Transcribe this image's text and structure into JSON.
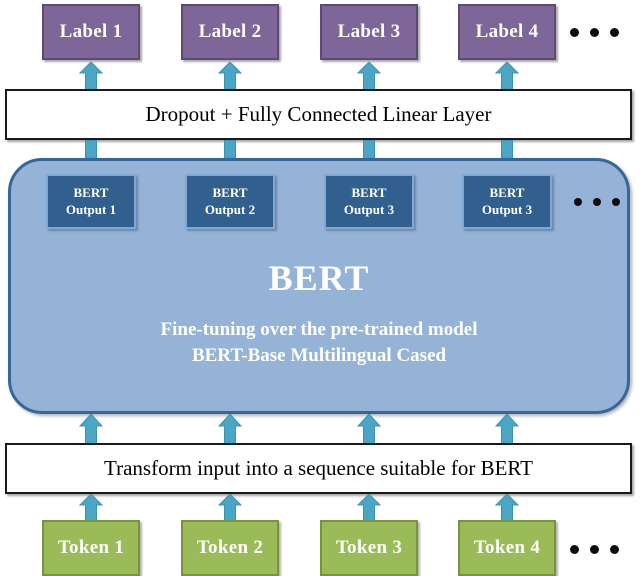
{
  "diagram": {
    "title": "BERT fine-tuning architecture",
    "colors": {
      "label_fill": "#7f6699",
      "label_border": "#5f4a74",
      "token_fill": "#9bbb59",
      "token_border": "#77933c",
      "bert_container_fill": "#95b3d7",
      "bert_container_border": "#35679b",
      "bert_output_fill": "#31608f",
      "bert_output_border": "#7fa8d4",
      "arrow_fill": "#49a6c4",
      "bar_fill": "#ffffff",
      "bar_border": "#1a1a1a",
      "dot_color": "#0d0d0d"
    }
  },
  "labels": {
    "ellipsis": "•••",
    "items": [
      {
        "text": "Label 1"
      },
      {
        "text": "Label 2"
      },
      {
        "text": "Label 3"
      },
      {
        "text": "Label 4"
      }
    ]
  },
  "classifier_bar": {
    "text": "Dropout + Fully Connected Linear Layer"
  },
  "bert": {
    "title": "BERT",
    "subtitle_line1": "Fine-tuning over the pre-trained  model",
    "subtitle_line2": "BERT-Base Multilingual  Cased",
    "outputs_ellipsis": "•••",
    "outputs": [
      {
        "line1": "BERT",
        "line2": "Output 1"
      },
      {
        "line1": "BERT",
        "line2": "Output 2"
      },
      {
        "line1": "BERT",
        "line2": "Output 3"
      },
      {
        "line1": "BERT",
        "line2": "Output 3"
      }
    ]
  },
  "transform_bar": {
    "text": "Transform input into a sequence suitable for BERT"
  },
  "tokens": {
    "ellipsis": "•••",
    "items": [
      {
        "text": "Token 1"
      },
      {
        "text": "Token 2"
      },
      {
        "text": "Token 3"
      },
      {
        "text": "Token 4"
      }
    ]
  }
}
